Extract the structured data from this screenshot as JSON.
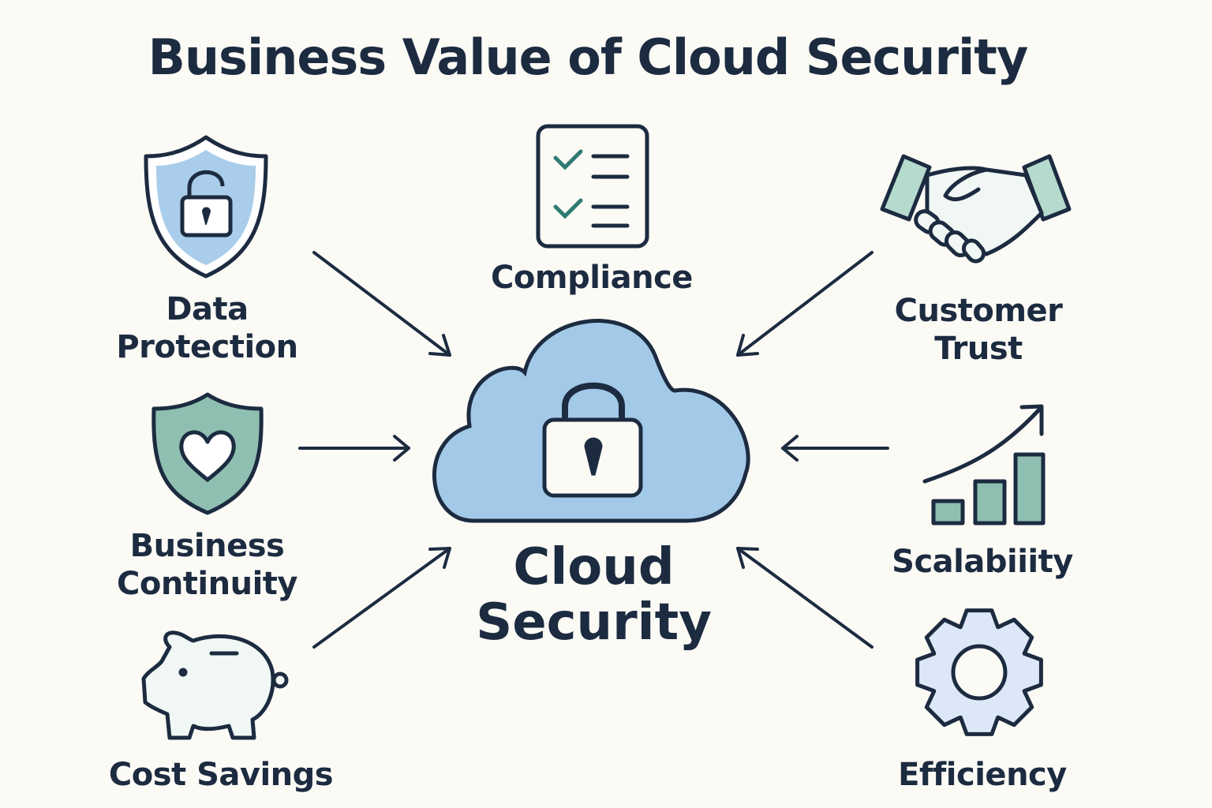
{
  "title": "Business Value of Cloud Security",
  "center": {
    "line1": "Cloud",
    "line2": "Security",
    "icon": "cloud-lock-icon"
  },
  "benefits": [
    {
      "line1": "Data",
      "line2": "Protection",
      "icon": "shield-lock-icon"
    },
    {
      "line1": "Compliance",
      "icon": "checklist-icon"
    },
    {
      "line1": "Customer",
      "line2": "Trust",
      "icon": "handshake-icon"
    },
    {
      "line1": "Business",
      "line2": "Continuity",
      "icon": "shield-heart-icon"
    },
    {
      "line1": "Scalabiiity",
      "icon": "growth-chart-icon"
    },
    {
      "line1": "Cost Savings",
      "icon": "piggy-bank-icon"
    },
    {
      "line1": "Efficiency",
      "icon": "gear-icon"
    }
  ],
  "colors": {
    "ink": "#1c2b40",
    "blue": "#a3c9e8",
    "green": "#8fbfb0",
    "mint": "#b5dace",
    "background": "#fbfaf5"
  }
}
